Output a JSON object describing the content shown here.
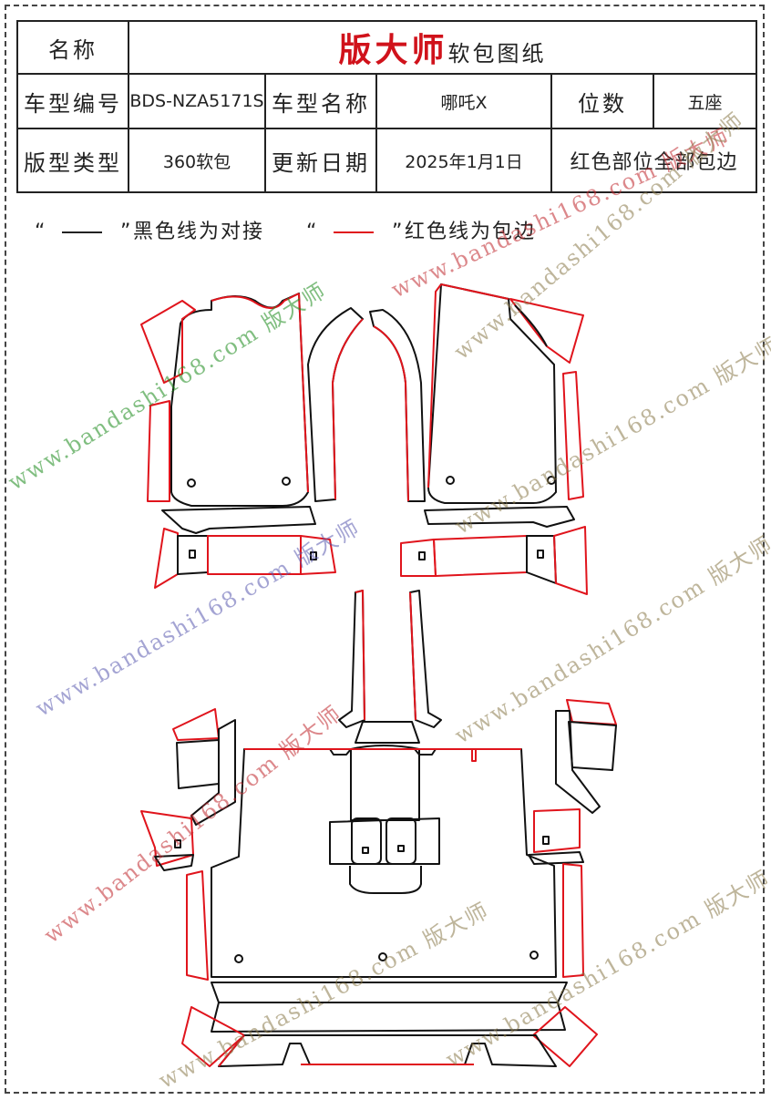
{
  "header": {
    "name_label": "名称",
    "brand": "版大师",
    "brand_sub": "软包图纸",
    "model_code_label": "车型编号",
    "model_code": "BDS-NZA5171S",
    "model_name_label": "车型名称",
    "model_name": "哪吒X",
    "seats_label": "位数",
    "seats": "五座",
    "type_label": "版型类型",
    "type": "360软包",
    "update_label": "更新日期",
    "update_date": "2025年1月1日",
    "note": "红色部位全部包边"
  },
  "legend": {
    "open_quote": "“",
    "close_quote": "”",
    "black_text": "黑色线为对接",
    "red_text": "红色线为包边"
  },
  "watermarks": [
    {
      "text": "www.bandashi168.com 版大师",
      "color": "#1a8a1a"
    },
    {
      "text": "www.bandashi168.com 版大师",
      "color": "#c0282e"
    },
    {
      "text": "www.bandashi168.com 版大师",
      "color": "#8a7a4a"
    },
    {
      "text": "www.bandashi168.com 版大师",
      "color": "#5a5ab0"
    },
    {
      "text": "www.bandashi168.com 版大师",
      "color": "#8a7a4a"
    },
    {
      "text": "www.bandashi168.com 版大师",
      "color": "#c0282e"
    },
    {
      "text": "www.bandashi168.com 版大师",
      "color": "#8a7a4a"
    },
    {
      "text": "www.bandashi168.com 版大师",
      "color": "#8a7a4a"
    },
    {
      "text": "www.bandashi168.com 版大师",
      "color": "#8a7a4a"
    }
  ],
  "colors": {
    "seam": "#111111",
    "edge": "#e0141c",
    "brand": "#d0121b"
  }
}
